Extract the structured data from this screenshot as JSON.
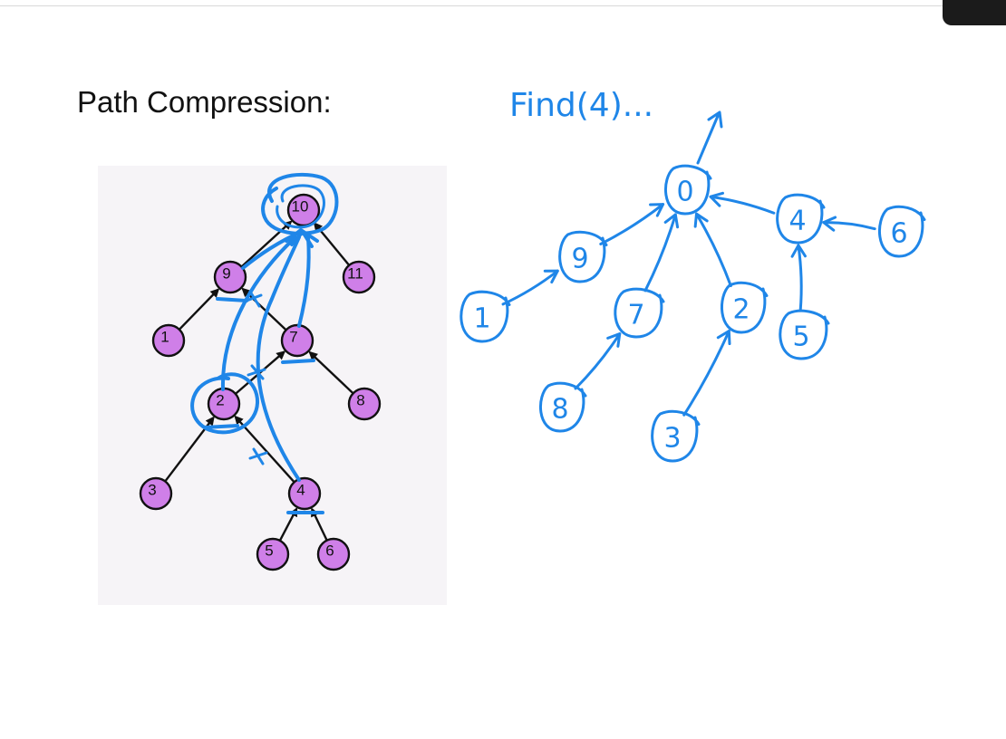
{
  "heading": "Path Compression:",
  "annotation": "Find(4)...",
  "colors": {
    "node_fill": "#cf7fe8",
    "ink": "#1f86e8",
    "panel": "#f6f4f7"
  },
  "original_tree": {
    "nodes": [
      "10",
      "9",
      "11",
      "1",
      "7",
      "2",
      "8",
      "3",
      "4",
      "5",
      "6"
    ],
    "edges": [
      {
        "child": "9",
        "parent": "10"
      },
      {
        "child": "11",
        "parent": "10"
      },
      {
        "child": "1",
        "parent": "9"
      },
      {
        "child": "7",
        "parent": "9"
      },
      {
        "child": "2",
        "parent": "7"
      },
      {
        "child": "8",
        "parent": "7"
      },
      {
        "child": "3",
        "parent": "2"
      },
      {
        "child": "4",
        "parent": "2"
      },
      {
        "child": "5",
        "parent": "4"
      },
      {
        "child": "6",
        "parent": "4"
      }
    ]
  },
  "compressed_tree": {
    "nodes": [
      "0",
      "9",
      "7",
      "2",
      "4",
      "1",
      "8",
      "3",
      "5",
      "6"
    ],
    "edges": [
      {
        "child": "9",
        "parent": "0"
      },
      {
        "child": "7",
        "parent": "0"
      },
      {
        "child": "2",
        "parent": "0"
      },
      {
        "child": "4",
        "parent": "0"
      },
      {
        "child": "1",
        "parent": "9"
      },
      {
        "child": "8",
        "parent": "7"
      },
      {
        "child": "3",
        "parent": "2"
      },
      {
        "child": "5",
        "parent": "4"
      },
      {
        "child": "6",
        "parent": "4"
      }
    ]
  }
}
